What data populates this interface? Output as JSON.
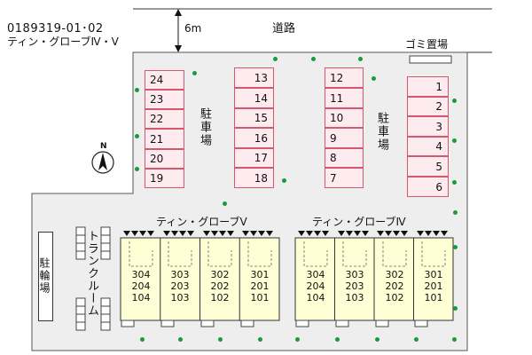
{
  "header": {
    "property_code": "0189319-01･02",
    "building_name": "ティン・グローブⅣ・Ⅴ"
  },
  "road": {
    "label": "道路",
    "width_label": "6m"
  },
  "facilities": {
    "garbage": "ゴミ置場",
    "parking_label": "駐車場",
    "bike_parking": "駐輪場",
    "trunk_room": "トランクルーム"
  },
  "parking": {
    "group1": [
      "24",
      "23",
      "22",
      "21",
      "20",
      "19"
    ],
    "group2": [
      "13",
      "14",
      "15",
      "16",
      "17",
      "18"
    ],
    "group3": [
      "12",
      "11",
      "10",
      "9",
      "8",
      "7"
    ],
    "group4": [
      "1",
      "2",
      "3",
      "4",
      "5",
      "6"
    ]
  },
  "buildings": [
    {
      "name": "ティン・グローブⅤ",
      "units": [
        {
          "top": "304",
          "mid": "204",
          "bot": "104"
        },
        {
          "top": "303",
          "mid": "203",
          "bot": "103"
        },
        {
          "top": "302",
          "mid": "202",
          "bot": "102"
        },
        {
          "top": "301",
          "mid": "201",
          "bot": "101"
        }
      ]
    },
    {
      "name": "ティン・グローブⅣ",
      "units": [
        {
          "top": "304",
          "mid": "204",
          "bot": "104"
        },
        {
          "top": "303",
          "mid": "203",
          "bot": "103"
        },
        {
          "top": "302",
          "mid": "202",
          "bot": "102"
        },
        {
          "top": "301",
          "mid": "201",
          "bot": "101"
        }
      ]
    }
  ],
  "compass": {
    "north": "N"
  },
  "colors": {
    "parking_border": "#d35a6e",
    "parking_fill": "#fdebf0",
    "building_fill": "#ffffd6",
    "tree": "#1a9a3c",
    "site_fill": "#eeeeee"
  }
}
